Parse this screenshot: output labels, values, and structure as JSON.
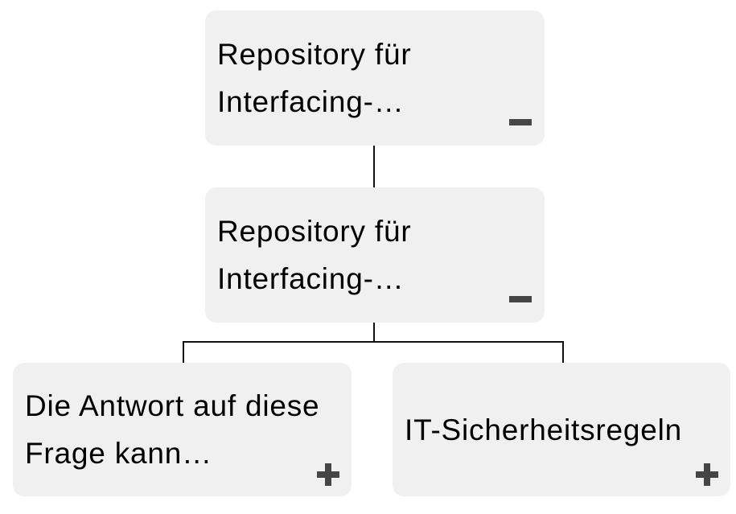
{
  "colors": {
    "canvas_background": "#ffffff",
    "node_background": "#f0f0f0",
    "node_text": "#000000",
    "toggle_icon": "#454545",
    "connector": "#111111"
  },
  "nodes": [
    {
      "id": "root",
      "label": "Repository für Interfacing-…",
      "toggle": "collapse",
      "toggle_icon": "minus-icon"
    },
    {
      "id": "child",
      "label": "Repository für Interfacing-…",
      "toggle": "collapse",
      "toggle_icon": "minus-icon"
    },
    {
      "id": "leaf-left",
      "label": "Die Antwort auf diese Frage kann…",
      "toggle": "expand",
      "toggle_icon": "plus-icon"
    },
    {
      "id": "leaf-right",
      "label": "IT-Sicherheitsregeln",
      "toggle": "expand",
      "toggle_icon": "plus-icon"
    }
  ],
  "edges": [
    {
      "from": "root",
      "to": "child"
    },
    {
      "from": "child",
      "to": "leaf-left"
    },
    {
      "from": "child",
      "to": "leaf-right"
    }
  ]
}
